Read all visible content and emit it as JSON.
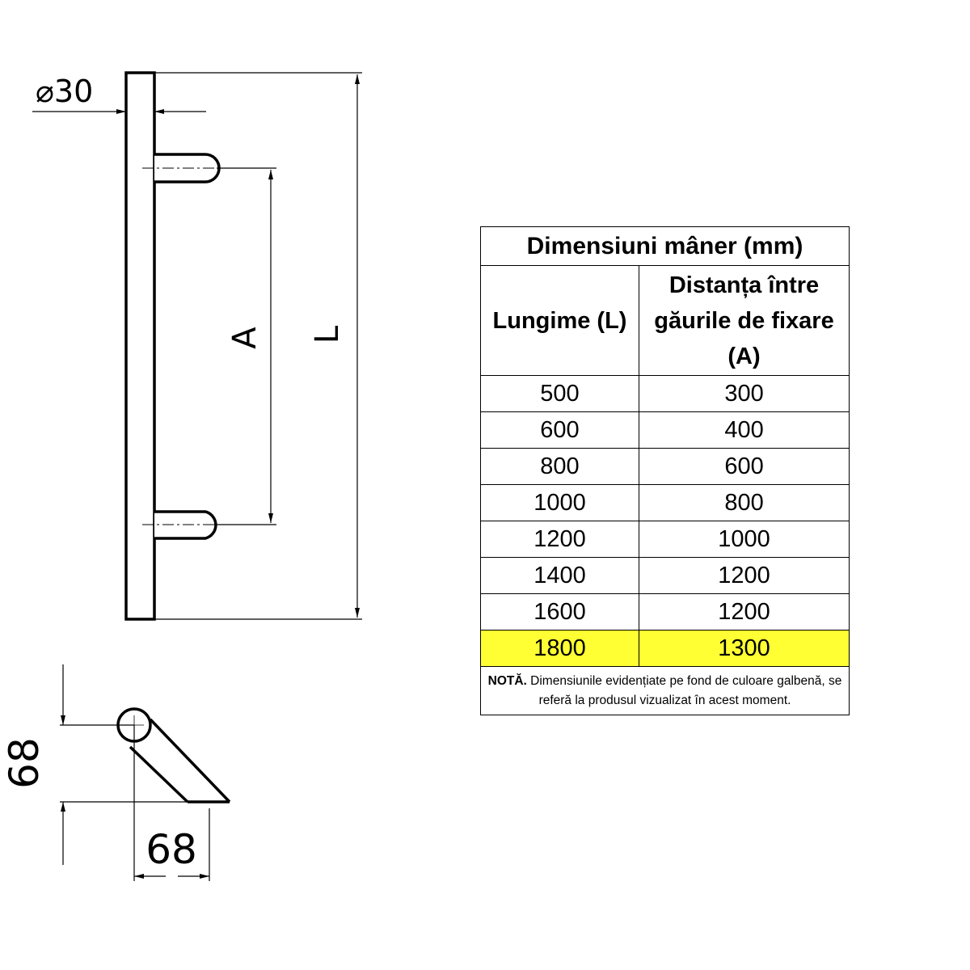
{
  "drawing": {
    "diameter_symbol": "⌀",
    "diameter_value": "30",
    "label_A": "A",
    "label_L": "L",
    "depth_value": "68",
    "width_value": "68"
  },
  "table": {
    "title": "Dimensiuni mâner (mm)",
    "col1_header": "Lungime (L)",
    "col2_header_lines": [
      "Distanța între",
      "găurile de fixare",
      "(A)"
    ],
    "rows": [
      {
        "L": "500",
        "A": "300",
        "highlight": false
      },
      {
        "L": "600",
        "A": "400",
        "highlight": false
      },
      {
        "L": "800",
        "A": "600",
        "highlight": false
      },
      {
        "L": "1000",
        "A": "800",
        "highlight": false
      },
      {
        "L": "1200",
        "A": "1000",
        "highlight": false
      },
      {
        "L": "1400",
        "A": "1200",
        "highlight": false
      },
      {
        "L": "1600",
        "A": "1200",
        "highlight": false
      },
      {
        "L": "1800",
        "A": "1300",
        "highlight": true
      }
    ],
    "note_bold": "NOTĂ.",
    "note_text": "Dimensiunile evidențiate pe fond de culoare galbenă, se referă la produsul vizualizat în acest moment.",
    "highlight_color": "#ffff33"
  }
}
